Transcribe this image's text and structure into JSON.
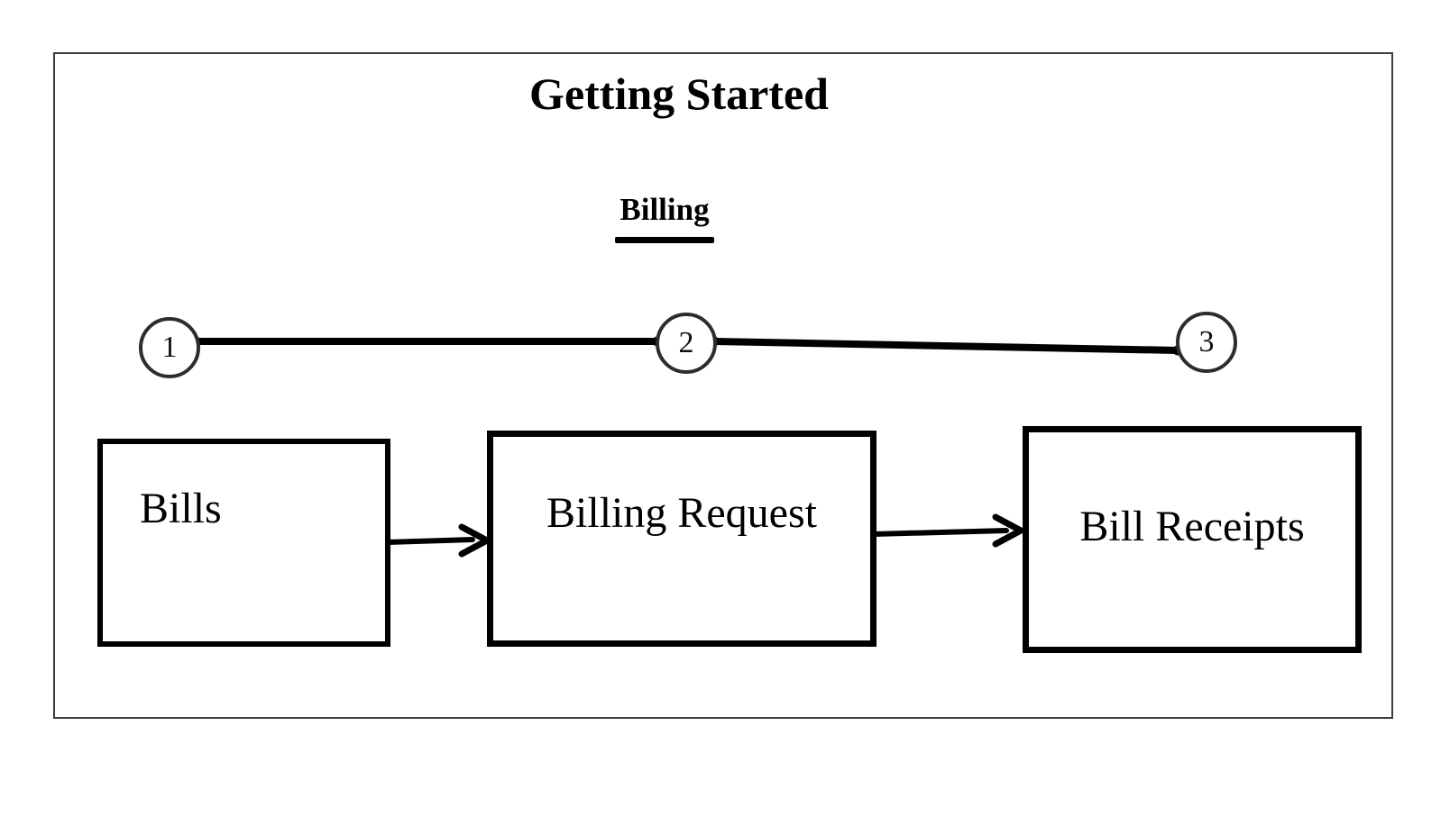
{
  "page": {
    "title": "Getting Started"
  },
  "tabs": {
    "billing": {
      "label": "Billing",
      "active": true
    }
  },
  "stepper": {
    "steps": [
      {
        "number": "1"
      },
      {
        "number": "2"
      },
      {
        "number": "3"
      }
    ]
  },
  "flow": {
    "nodes": [
      {
        "label": "Bills"
      },
      {
        "label": "Billing Request"
      },
      {
        "label": "Bill Receipts"
      }
    ],
    "connections": [
      {
        "from": "Bills",
        "to": "Billing Request"
      },
      {
        "from": "Billing Request",
        "to": "Bill Receipts"
      }
    ]
  },
  "colors": {
    "ink": "#000000",
    "frame_border": "#3d3d3d",
    "circle_border": "#2d2d2d",
    "background": "#ffffff"
  }
}
